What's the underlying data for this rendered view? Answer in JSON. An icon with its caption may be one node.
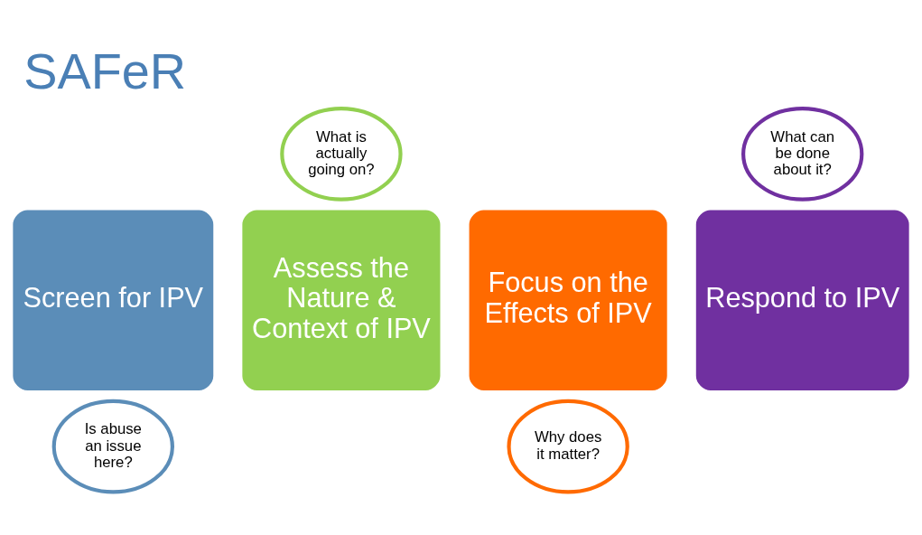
{
  "diagram": {
    "title": "SAFeR",
    "nodes": [
      {
        "text": [
          "What is actually going on?"
        ]
      },
      {
        "text": [
          "What can be done about it?"
        ]
      },
      {
        "text": [
          "Screen for IPV"
        ]
      },
      {
        "text": [
          "Assess the Nature & Context of IPV"
        ]
      },
      {
        "text": [
          "Focus on the Effects of IPV"
        ]
      },
      {
        "text": [
          "Respond to IPV"
        ]
      },
      {
        "text": [
          "Is abuse an issue here?"
        ]
      },
      {
        "text": [
          "Why does it matter?"
        ]
      }
    ],
    "edges": []
  }
}
